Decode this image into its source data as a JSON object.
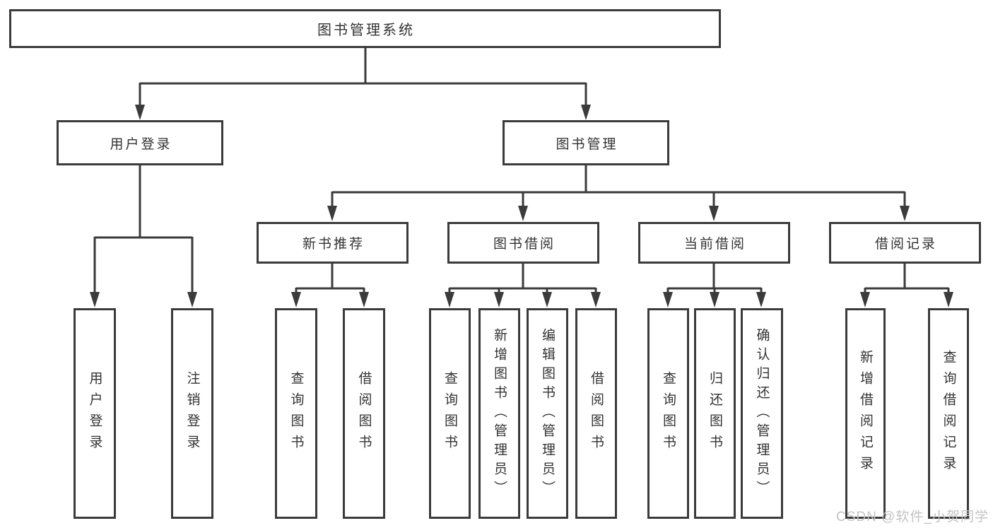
{
  "tree": {
    "label": "图书管理系统",
    "children": [
      {
        "label": "用户登录",
        "children": [
          {
            "label": "用户登录"
          },
          {
            "label": "注销登录"
          }
        ]
      },
      {
        "label": "图书管理",
        "children": [
          {
            "label": "新书推荐",
            "children": [
              {
                "label": "查询图书"
              },
              {
                "label": "借阅图书"
              }
            ]
          },
          {
            "label": "图书借阅",
            "children": [
              {
                "label": "查询图书"
              },
              {
                "label": "新增图书（管理员）"
              },
              {
                "label": "编辑图书（管理员）"
              },
              {
                "label": "借阅图书"
              }
            ]
          },
          {
            "label": "当前借阅",
            "children": [
              {
                "label": "查询图书"
              },
              {
                "label": "归还图书"
              },
              {
                "label": "确认归还（管理员）"
              }
            ]
          },
          {
            "label": "借阅记录",
            "children": [
              {
                "label": "新增借阅记录"
              },
              {
                "label": "查询借阅记录"
              }
            ]
          }
        ]
      }
    ]
  },
  "watermark": {
    "text": "CSDN @软件_小贺同学"
  },
  "colors": {
    "line": "#3b3b3b",
    "border": "#3b3b3b",
    "text": "#333333",
    "background": "#ffffff",
    "watermark": "#c4c4c4"
  }
}
